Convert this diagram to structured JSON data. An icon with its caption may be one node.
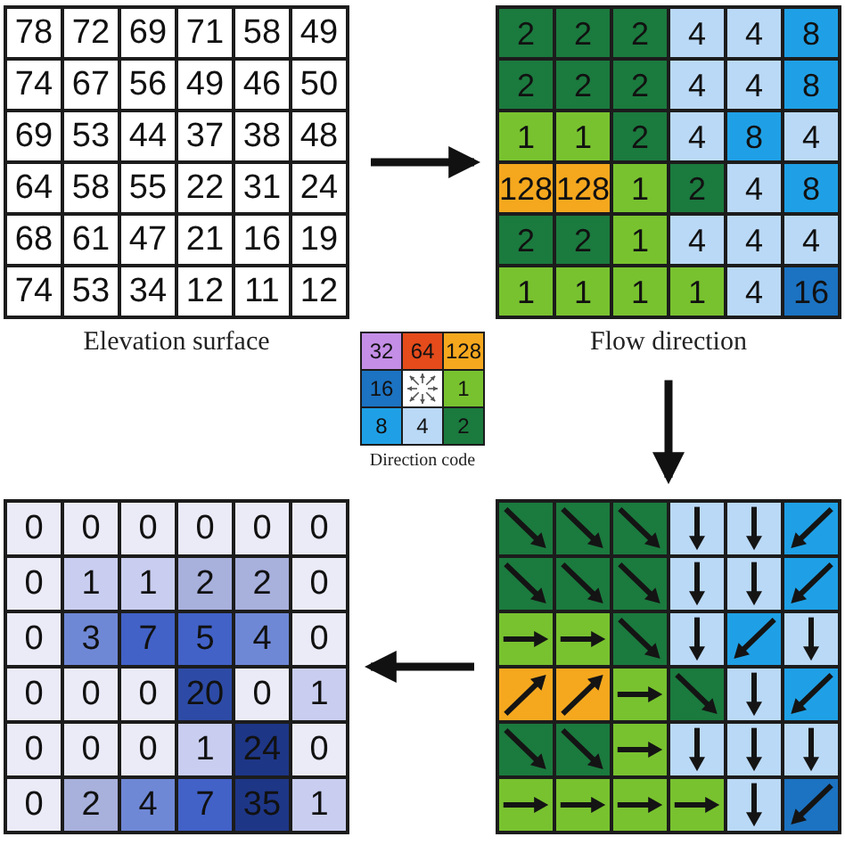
{
  "diagram": {
    "nodes": [
      {
        "text": [
          "78",
          "72",
          "69",
          "71",
          "58",
          "49",
          "74",
          "67",
          "56",
          "49",
          "46",
          "50",
          "69",
          "53",
          "44",
          "37",
          "38",
          "48",
          "64",
          "58",
          "55",
          "22",
          "31",
          "24",
          "68",
          "61",
          "47",
          "21",
          "16",
          "19",
          "74",
          "53",
          "34",
          "12",
          "11",
          "12"
        ],
        "beside": [
          "Elevation surface"
        ]
      },
      {
        "text": [
          "2",
          "2",
          "2",
          "4",
          "4",
          "8",
          "2",
          "2",
          "2",
          "4",
          "4",
          "8",
          "1",
          "1",
          "2",
          "4",
          "8",
          "4",
          "128",
          "128",
          "1",
          "2",
          "4",
          "8",
          "2",
          "2",
          "1",
          "4",
          "4",
          "4",
          "1",
          "1",
          "1",
          "1",
          "4",
          "16"
        ],
        "beside": [
          "Flow direction"
        ]
      },
      {
        "text": [
          "32",
          "64",
          "128",
          "16",
          "1",
          "8",
          "4",
          "2"
        ],
        "beside": [
          "Direction code"
        ]
      },
      {
        "text": [
          "0",
          "0",
          "0",
          "0",
          "0",
          "0",
          "0",
          "1",
          "1",
          "2",
          "2",
          "0",
          "0",
          "3",
          "7",
          "5",
          "4",
          "0",
          "0",
          "0",
          "0",
          "20",
          "0",
          "1",
          "0",
          "0",
          "0",
          "1",
          "24",
          "0",
          "0",
          "2",
          "4",
          "7",
          "35",
          "1"
        ]
      },
      {
        "text": [],
        "shape": "grid"
      }
    ],
    "edges": [
      {
        "from": 0,
        "to": 1,
        "arrow": "to"
      },
      {
        "from": 1,
        "to": 4,
        "arrow": "to"
      },
      {
        "from": 4,
        "to": 3,
        "arrow": "to"
      }
    ]
  }
}
